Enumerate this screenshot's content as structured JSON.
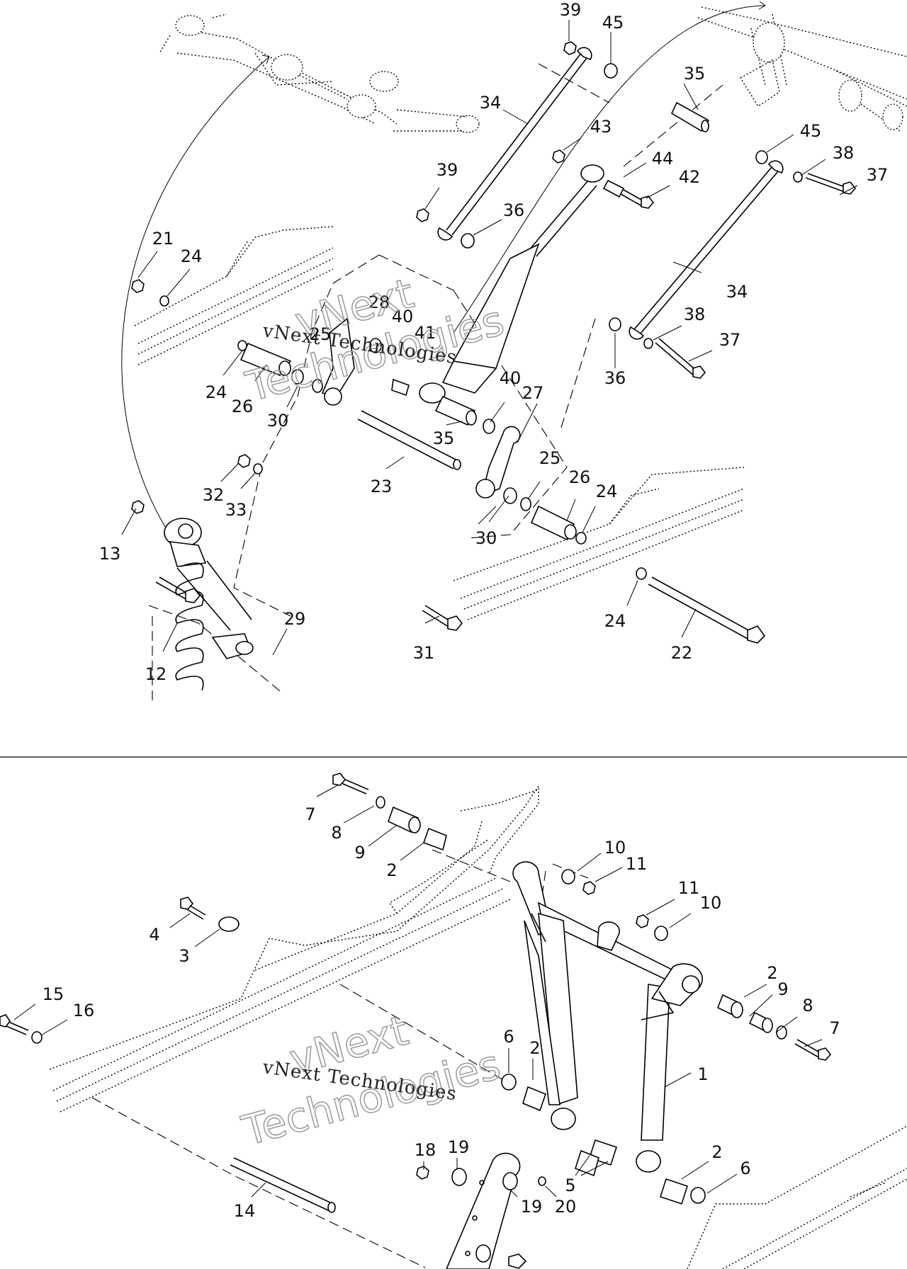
{
  "watermark": {
    "top_a": "vNext",
    "top_b": "Technologies",
    "top_line": "vNext Technologies",
    "bottom_a": "vNext",
    "bottom_b": "Technologies",
    "bottom_line": "vNext Technologies"
  },
  "callouts_top": {
    "c39a": "39",
    "c45a": "45",
    "c35a": "35",
    "c34a": "34",
    "c43": "43",
    "c44": "44",
    "c42": "42",
    "c45b": "45",
    "c38a": "38",
    "c37a": "37",
    "c39b": "39",
    "c36a": "36",
    "c21": "21",
    "c24a": "24",
    "c28": "28",
    "c40a": "40",
    "c41": "41",
    "c25a": "25",
    "c34b": "34",
    "c38b": "38",
    "c37b": "37",
    "c36b": "36",
    "c24b": "24",
    "c26a": "26",
    "c30a": "30",
    "c40b": "40",
    "c27": "27",
    "c35b": "35",
    "c32": "32",
    "c33": "33",
    "c23": "23",
    "c25b": "25",
    "c26b": "26",
    "c24c": "24",
    "c30b": "30",
    "c13": "13",
    "c29": "29",
    "c12": "12",
    "c31": "31",
    "c24d": "24",
    "c22": "22"
  },
  "callouts_bottom": {
    "c7a": "7",
    "c8a": "8",
    "c9a": "9",
    "c2a": "2",
    "c10a": "10",
    "c11a": "11",
    "c11b": "11",
    "c10b": "10",
    "c4": "4",
    "c3": "3",
    "c2b": "2",
    "c9b": "9",
    "c8b": "8",
    "c7b": "7",
    "c15": "15",
    "c16": "16",
    "c6a": "6",
    "c2c": "2",
    "c1": "1",
    "c18": "18",
    "c19a": "19",
    "c5": "5",
    "c2d": "2",
    "c6b": "6",
    "c19b": "19",
    "c20": "20",
    "c14": "14"
  }
}
